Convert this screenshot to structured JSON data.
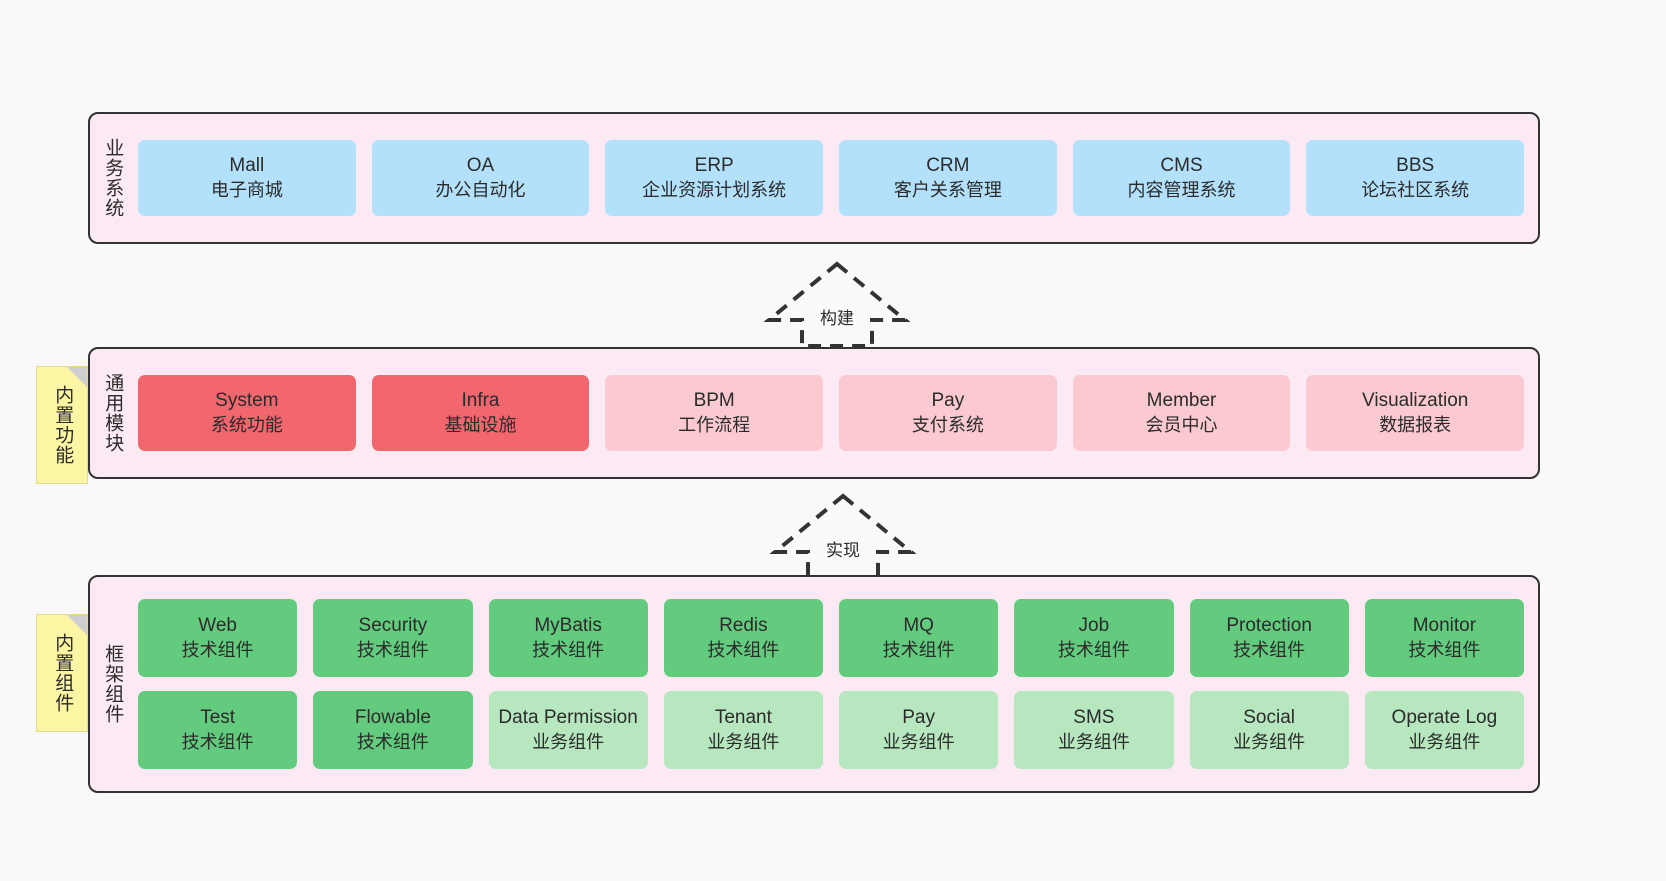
{
  "layers": [
    {
      "id": "business",
      "title": "业务系统",
      "cards": [
        {
          "en": "Mall",
          "cn": "电子商城"
        },
        {
          "en": "OA",
          "cn": "办公自动化"
        },
        {
          "en": "ERP",
          "cn": "企业资源计划系统"
        },
        {
          "en": "CRM",
          "cn": "客户关系管理"
        },
        {
          "en": "CMS",
          "cn": "内容管理系统"
        },
        {
          "en": "BBS",
          "cn": "论坛社区系统"
        }
      ]
    },
    {
      "id": "common",
      "title": "通用模块",
      "cards": [
        {
          "en": "System",
          "cn": "系统功能"
        },
        {
          "en": "Infra",
          "cn": "基础设施"
        },
        {
          "en": "BPM",
          "cn": "工作流程"
        },
        {
          "en": "Pay",
          "cn": "支付系统"
        },
        {
          "en": "Member",
          "cn": "会员中心"
        },
        {
          "en": "Visualization",
          "cn": "数据报表"
        }
      ]
    },
    {
      "id": "framework",
      "title": "框架组件",
      "row1": [
        {
          "en": "Web",
          "cn": "技术组件"
        },
        {
          "en": "Security",
          "cn": "技术组件"
        },
        {
          "en": "MyBatis",
          "cn": "技术组件"
        },
        {
          "en": "Redis",
          "cn": "技术组件"
        },
        {
          "en": "MQ",
          "cn": "技术组件"
        },
        {
          "en": "Job",
          "cn": "技术组件"
        },
        {
          "en": "Protection",
          "cn": "技术组件"
        },
        {
          "en": "Monitor",
          "cn": "技术组件"
        }
      ],
      "row2": [
        {
          "en": "Test",
          "cn": "技术组件"
        },
        {
          "en": "Flowable",
          "cn": "技术组件"
        },
        {
          "en": "Data Permission",
          "cn": "业务组件"
        },
        {
          "en": "Tenant",
          "cn": "业务组件"
        },
        {
          "en": "Pay",
          "cn": "业务组件"
        },
        {
          "en": "SMS",
          "cn": "业务组件"
        },
        {
          "en": "Social",
          "cn": "业务组件"
        },
        {
          "en": "Operate Log",
          "cn": "业务组件"
        }
      ]
    }
  ],
  "notes": {
    "functions": "内置功能",
    "components": "内置组件"
  },
  "arrows": {
    "build": "构建",
    "implement": "实现"
  },
  "colors": {
    "background": "#f9f9f9",
    "panel": "#fbeaf4",
    "panel_border": "#333333",
    "business_card": "#b3e0fb",
    "module_strong": "#f2666e",
    "module_light": "#fbc9d0",
    "tech_component": "#63cb7e",
    "biz_component": "#b6e7bf",
    "note": "#fcf6a4",
    "note_fold": "#cfcfcf",
    "text": "#2b2b2b"
  }
}
